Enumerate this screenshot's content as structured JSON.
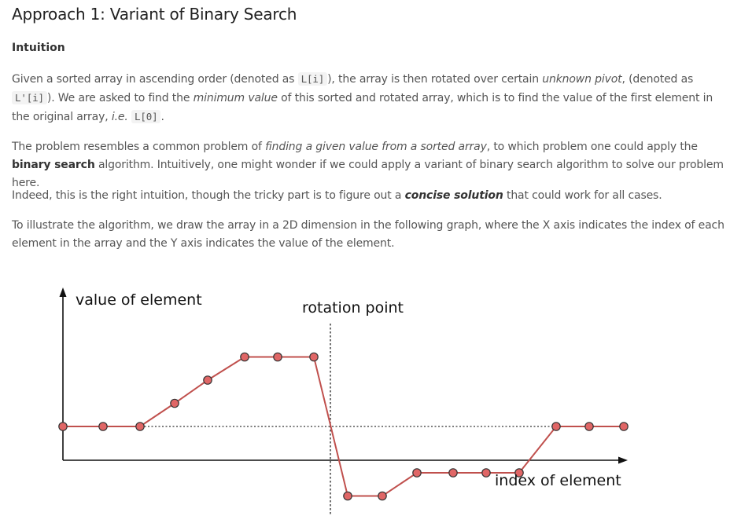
{
  "article": {
    "title": "Approach 1: Variant of Binary Search",
    "subtitle": "Intuition",
    "p1": {
      "t1": "Given a sorted array in ascending order (denoted as ",
      "c1": "L[i]",
      "t2": "), the array is then rotated over certain ",
      "e1": "unknown pivot",
      "t3": ", (denoted as ",
      "c2": "L'[i]",
      "t4": "). We are asked to find the ",
      "e2": "minimum value",
      "t5": " of this sorted and rotated array, which is to find the value of the first element in the original array, ",
      "e3": "i.e.",
      "t6": " ",
      "c3": "L[0]",
      "t7": "."
    },
    "p2": {
      "t1": "The problem resembles a common problem of ",
      "e1": "finding a given value from a sorted array",
      "t2": ", to which problem one could apply the ",
      "b1": "binary search",
      "t3": " algorithm. Intuitively, one might wonder if we could apply a variant of binary search algorithm to solve our problem here."
    },
    "p3": {
      "t1": "Indeed, this is the right intuition, though the tricky part is to figure out a ",
      "be1": "concise solution",
      "t2": " that could work for all cases."
    },
    "p4": {
      "t1": "To illustrate the algorithm, we draw the array in a 2D dimension in the following graph, where the X axis indicates the index of each element in the array and the Y axis indicates the value of the element."
    }
  },
  "chart_data": {
    "type": "line",
    "ylabel": "value of element",
    "xlabel": "index of element",
    "annotation": "rotation point",
    "x": [
      0,
      1,
      2,
      3,
      4,
      5,
      6,
      7,
      8,
      9,
      10,
      11,
      12,
      13,
      14,
      15,
      16
    ],
    "values": [
      0,
      0,
      0,
      1,
      2,
      3,
      3,
      3,
      -3,
      -3,
      -2,
      -2,
      -2,
      -2,
      0,
      0,
      0
    ],
    "rotation_after_index": 7,
    "reference_value": 0,
    "colors": {
      "line": "#c0504d",
      "marker_fill": "#e06666",
      "marker_stroke": "#333333",
      "axis": "#111111"
    }
  }
}
